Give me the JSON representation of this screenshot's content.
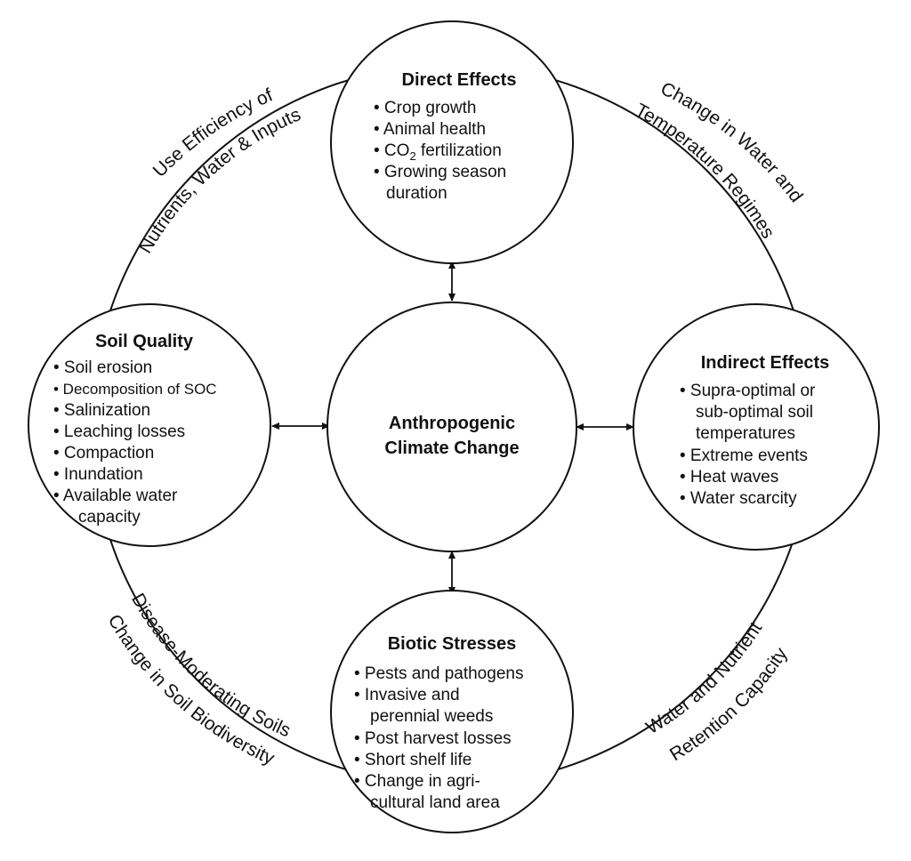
{
  "center": {
    "title_line1": "Anthropogenic",
    "title_line2": "Climate Change"
  },
  "direct_effects": {
    "title": "Direct Effects",
    "items": [
      "• Crop growth",
      "•  Animal health",
      "•  CO",
      "2",
      " fertilization",
      "• Growing season",
      "duration"
    ]
  },
  "soil_quality": {
    "title": "Soil Quality",
    "items": [
      "• Soil erosion",
      "• Decomposition of SOC",
      "• Salinization",
      "• Leaching losses",
      "• Compaction",
      "• Inundation",
      "• Available water",
      "capacity"
    ]
  },
  "indirect_effects": {
    "title": "Indirect Effects",
    "items": [
      "• Supra-optimal or",
      "sub-optimal soil",
      "temperatures",
      "• Extreme events",
      "• Heat waves",
      "• Water scarcity"
    ]
  },
  "biotic_stresses": {
    "title": "Biotic Stresses",
    "items": [
      "• Pests and pathogens",
      "• Invasive and",
      "perennial weeds",
      "• Post harvest losses",
      "• Short shelf life",
      "• Change in agri-",
      "cultural land area"
    ]
  },
  "ring_labels": {
    "top_left_outer": "Use Efficiency of",
    "top_left_inner": "Nutrients, Water & Inputs",
    "top_right_outer": "Change in Water and",
    "top_right_inner": "Temperature Regimes",
    "bottom_left_inner": "Disease-Moderating Soils",
    "bottom_left_outer": "Change in Soil Biodiversity",
    "bottom_right_inner": "Water and Nutrient",
    "bottom_right_outer": "Retention Capacity"
  }
}
